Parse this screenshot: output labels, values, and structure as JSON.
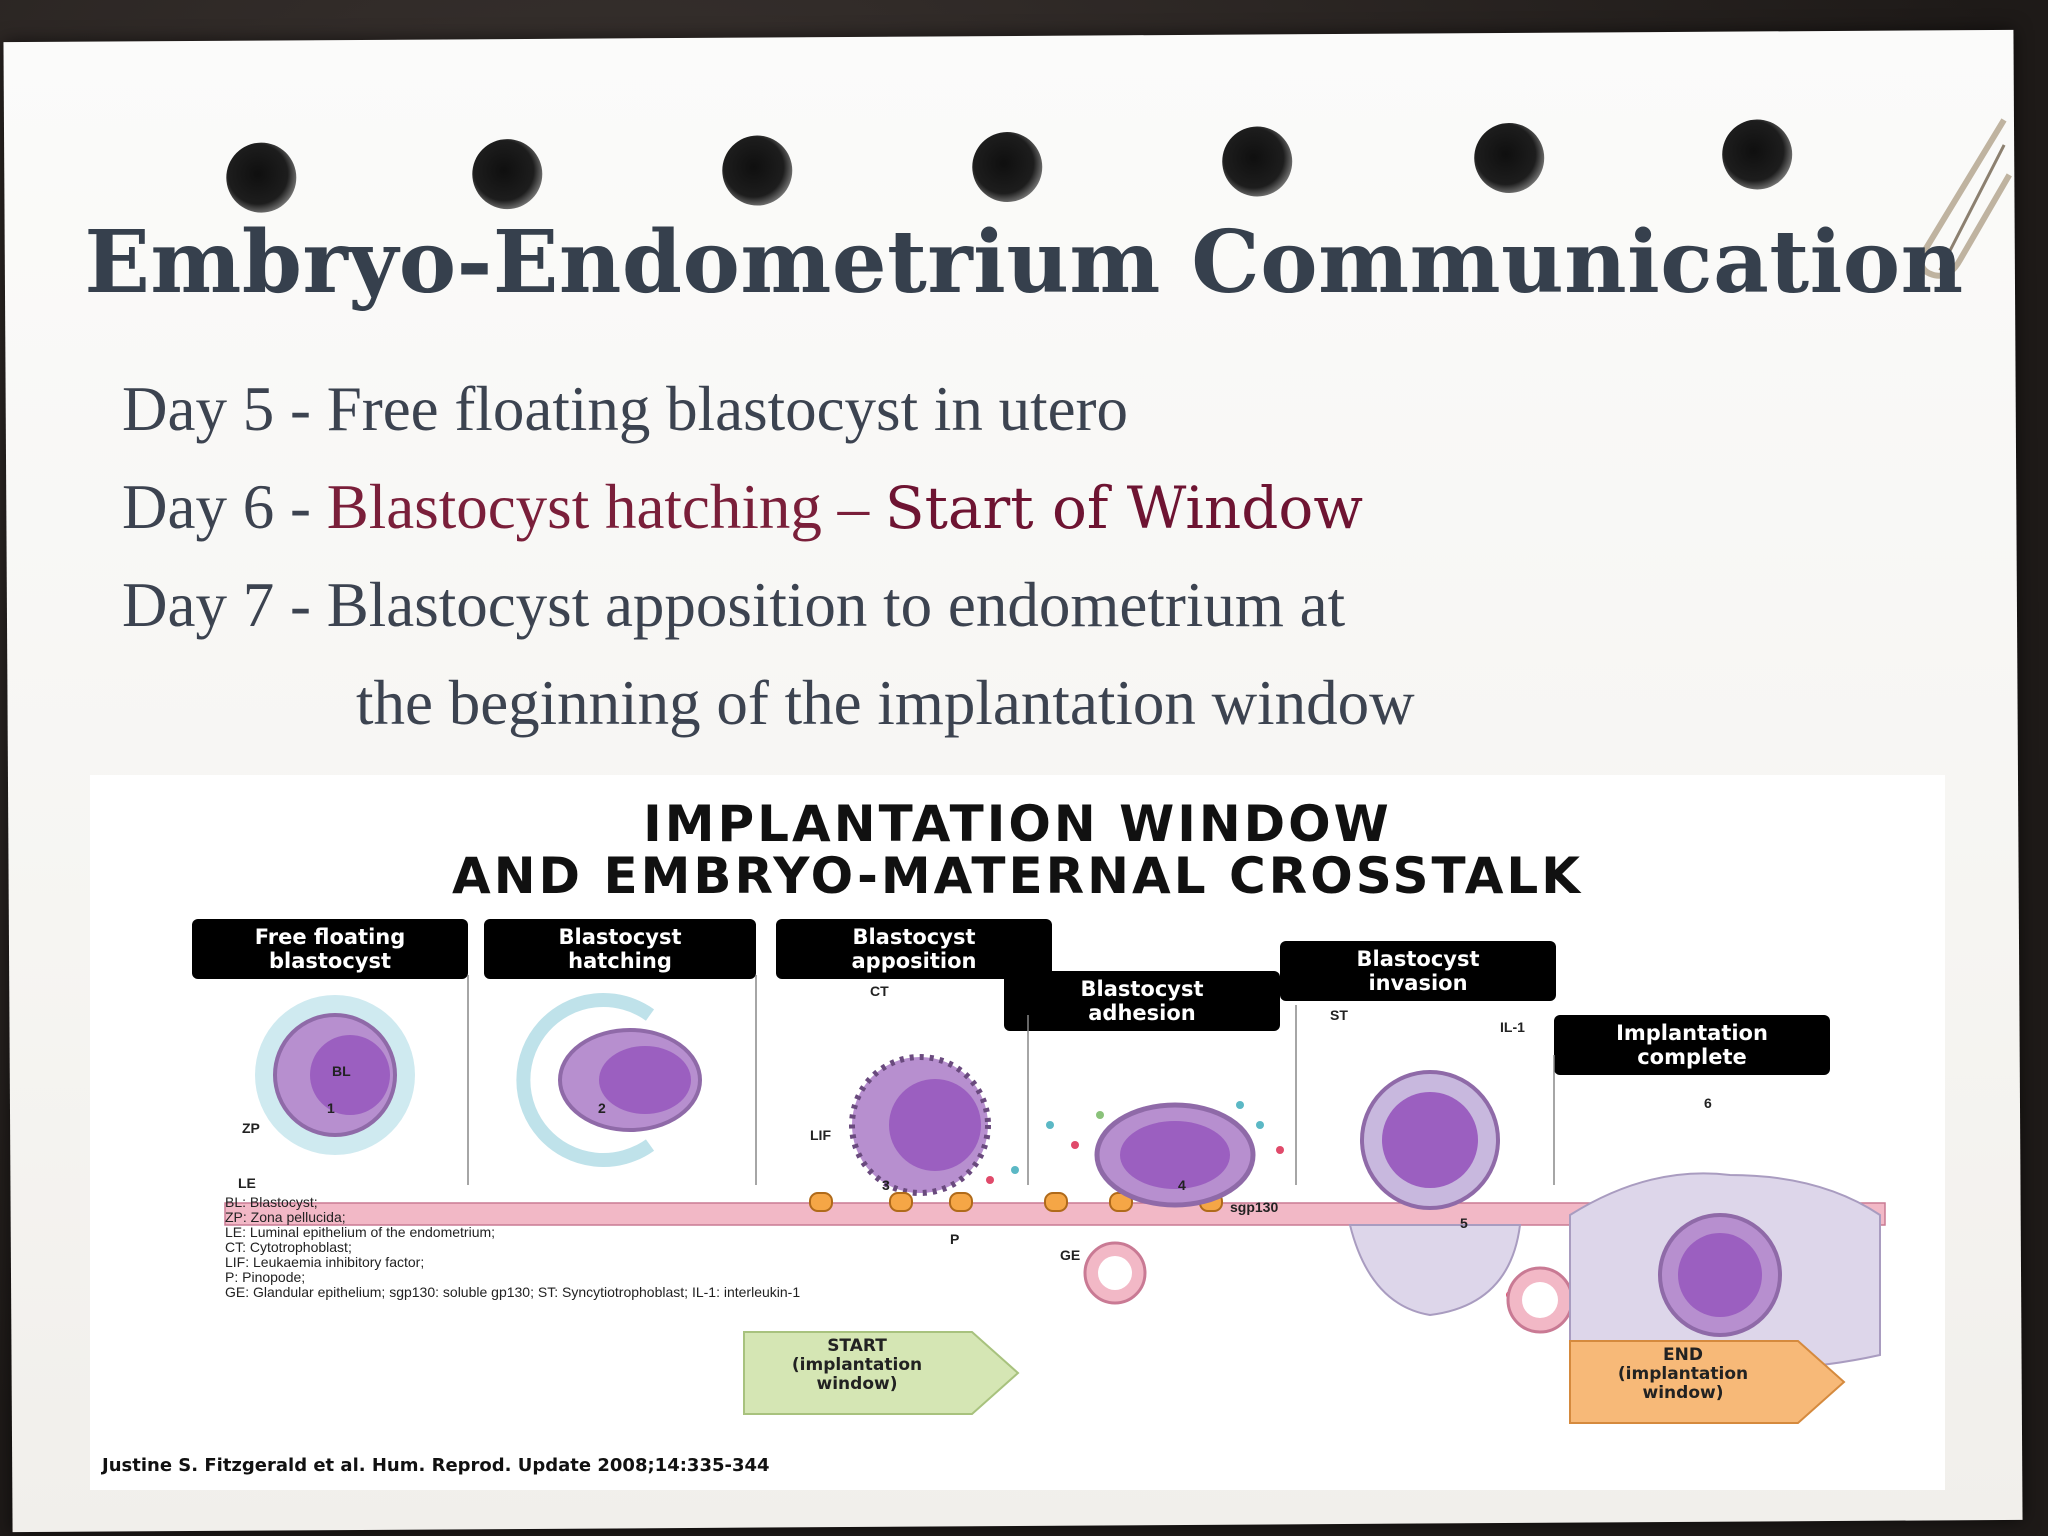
{
  "slide": {
    "title": "Embryo-Endometrium Communication",
    "lines": [
      {
        "prefix": "Day 5 - ",
        "text": "Free floating blastocyst in utero"
      },
      {
        "prefix": "Day 6 - ",
        "text": "Blastocyst hatching – ",
        "emphasis": "Start of Window"
      },
      {
        "prefix": "Day 7 - ",
        "text": "Blastocyst apposition to endometrium at"
      },
      {
        "text": "the beginning of the implantation window"
      }
    ],
    "colors": {
      "title": "#36404d",
      "body": "#3c4350",
      "highlight": "#7a1f3a"
    }
  },
  "figure": {
    "title_line1": "IMPLANTATION WINDOW",
    "title_line2": "AND EMBRYO-MATERNAL CROSSTALK",
    "stages": [
      {
        "label": "Free floating\nblastocyst",
        "number": "1"
      },
      {
        "label": "Blastocyst\nhatching",
        "number": "2"
      },
      {
        "label": "Blastocyst\napposition",
        "number": "3"
      },
      {
        "label": "Blastocyst\nadhesion",
        "number": "4"
      },
      {
        "label": "Blastocyst\ninvasion",
        "number": "5"
      },
      {
        "label": "Implantation\ncomplete",
        "number": "6"
      }
    ],
    "labels": {
      "bl": "BL",
      "zp": "ZP",
      "le": "LE",
      "ct": "CT",
      "lif": "LIF",
      "p": "P",
      "ge": "GE",
      "st": "ST",
      "il1": "IL-1",
      "sgp130": "sgp130"
    },
    "legend": [
      "BL: Blastocyst;",
      "ZP: Zona pellucida;",
      "LE: Luminal epithelium of the endometrium;",
      "CT: Cytotrophoblast;",
      "LIF: Leukaemia inhibitory factor;",
      "P: Pinopode;",
      "GE: Glandular epithelium;  sgp130: soluble gp130;  ST: Syncytiotrophoblast; IL-1: interleukin-1"
    ],
    "start_arrow": "START\n(implantation\nwindow)",
    "end_arrow": "END\n(implantation\nwindow)",
    "citation": "Justine S. Fitzgerald et al. Hum. Reprod. Update 2008;14:335-344",
    "colors": {
      "start": "#d5e6b4",
      "end": "#f7b978",
      "blastocyst": "#9b5fc0",
      "epithelium": "#f2b8c6"
    }
  }
}
